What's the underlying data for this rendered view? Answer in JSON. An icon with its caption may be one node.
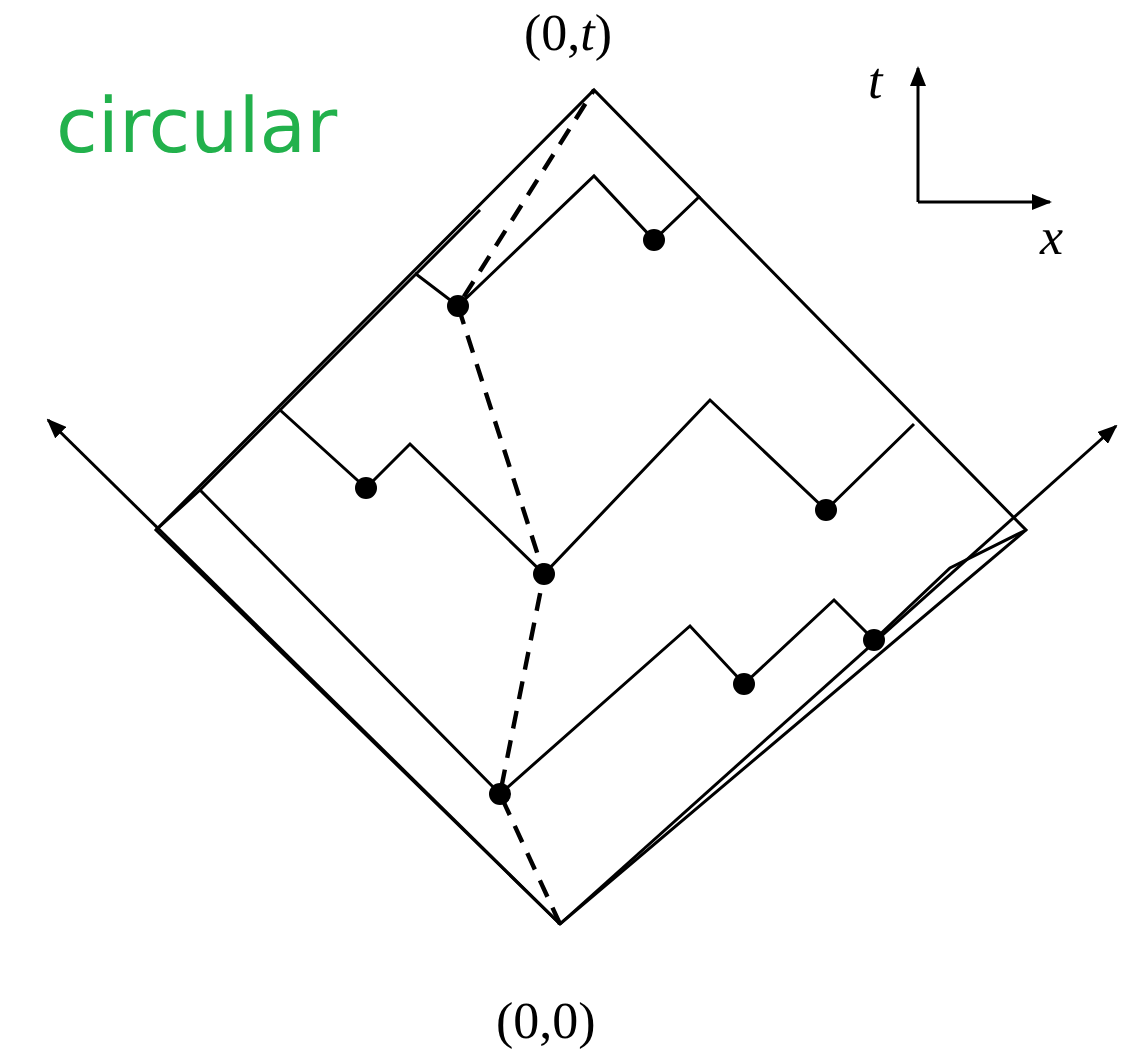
{
  "diagram": {
    "labels": [
      "(0,*t*)",
      "circular",
      "*t*",
      "*x*",
      "(0,0)"
    ]
  }
}
